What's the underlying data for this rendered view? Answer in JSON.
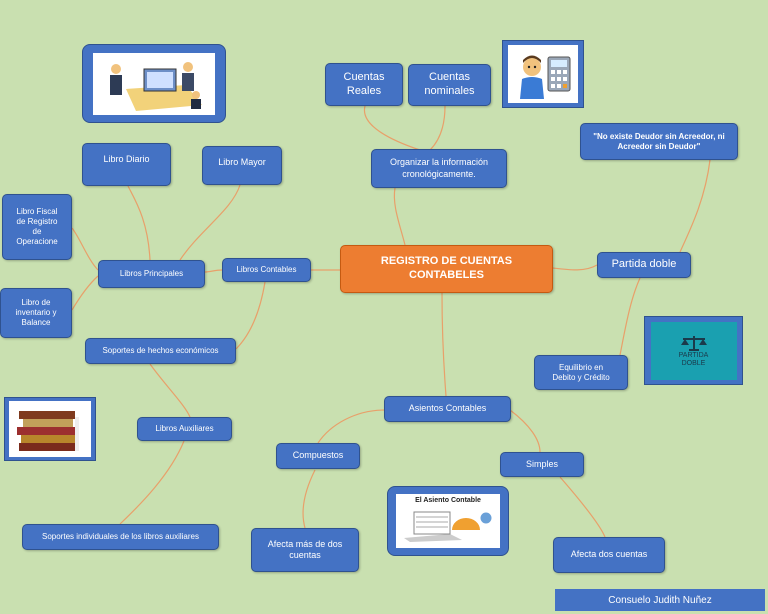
{
  "center": {
    "label": "REGISTRO DE CUENTAS CONTABELES"
  },
  "nodes": {
    "libros_contables": "Libros Contables",
    "libros_principales": "Libros Principales",
    "libro_diario": "Libro Diario",
    "libro_mayor": "Libro Mayor",
    "libro_fiscal": "Libro Fiscal de Registro de Operacione",
    "libro_inventario": "Libro de inventario y Balance",
    "soportes_hechos": "Soportes de hechos económicos",
    "libros_auxiliares": "Libros Auxiliares",
    "soportes_individuales": "Soportes individuales de los libros auxiliares",
    "organizar": "Organizar la información cronológicamente.",
    "cuentas_reales": "Cuentas Reales",
    "cuentas_nominales": "Cuentas nominales",
    "partida_doble": "Partida doble",
    "no_existe_deudor": "\"No existe Deudor sin Acreedor, ni Acreedor sin Deudor\"",
    "equilibrio": "Equilibrio en Debito y Crédito",
    "asientos_contables": "Asientos Contables",
    "compuestos": "Compuestos",
    "simples": "Simples",
    "afecta_mas": "Afecta más de dos cuentas",
    "afecta_dos": "Afecta dos cuentas"
  },
  "images": {
    "asiento_title": "El Asiento Contable",
    "partida_doble_caption": "PARTIDA DOBLE"
  },
  "footer": {
    "author": "Consuelo Judith Nuñez"
  },
  "colors": {
    "background": "#c9e0b0",
    "node": "#4472c4",
    "center": "#ed7d31",
    "connector": "#e8a06a"
  }
}
